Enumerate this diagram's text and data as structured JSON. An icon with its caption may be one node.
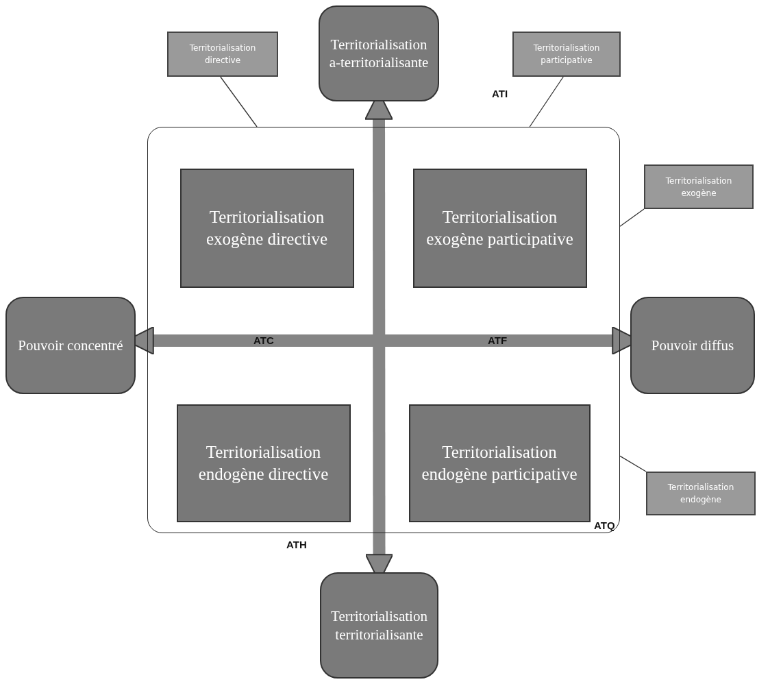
{
  "diagram": {
    "nodes": [
      {
        "text": [
          "Territorialisation directive"
        ]
      },
      {
        "text": [
          "Territorialisation a-territorialisante"
        ]
      },
      {
        "text": [
          "Territorialisation participative"
        ]
      },
      {
        "text": [],
        "shape": "box"
      },
      {
        "text": [
          "Territorialisation exogène directive"
        ],
        "in": 3
      },
      {
        "text": [
          "Territorialisation exogène participative"
        ],
        "in": 3
      },
      {
        "text": [
          "Territorialisation exogène"
        ]
      },
      {
        "text": [
          "Pouvoir concentré"
        ]
      },
      {
        "text": [
          "Pouvoir diffus"
        ]
      },
      {
        "text": [
          "Territorialisation endogène directive"
        ],
        "in": 3
      },
      {
        "text": [
          "Territorialisation endogène participative"
        ],
        "in": 3
      },
      {
        "text": [
          "Territorialisation endogène"
        ]
      },
      {
        "text": [
          "Territorialisation territorialisante"
        ]
      }
    ],
    "edges": [
      {
        "from": 0,
        "to": 3,
        "arrow": "none"
      },
      {
        "from": 2,
        "to": 3,
        "arrow": "none"
      },
      {
        "from": 6,
        "to": 3,
        "arrow": "none"
      },
      {
        "from": 11,
        "to": 3,
        "arrow": "none"
      },
      {
        "from": 1,
        "to": 12,
        "arrow": "both",
        "style": "thick"
      },
      {
        "from": 7,
        "to": 8,
        "arrow": "both",
        "style": "thick"
      }
    ],
    "labels": [
      "ATI",
      "ATC",
      "ATF",
      "ATQ",
      "ATH"
    ]
  }
}
